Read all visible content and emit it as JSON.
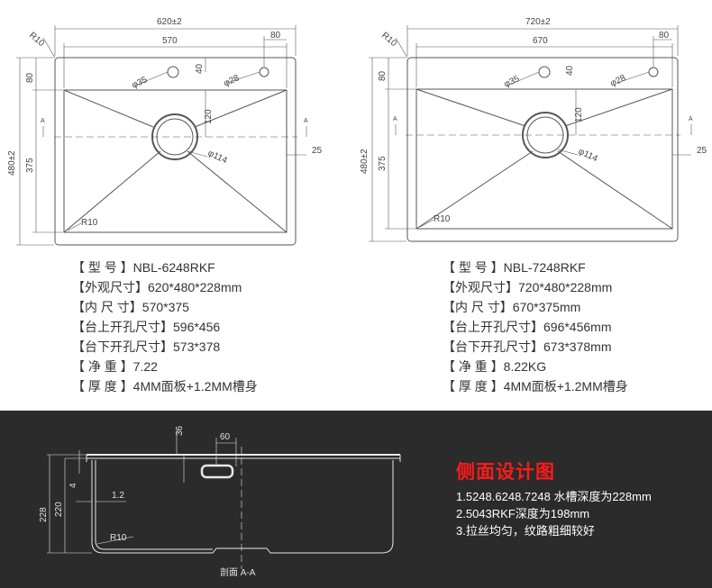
{
  "left_drawing": {
    "total_width": "620±2",
    "inner_width": "570",
    "offset_80": "80",
    "corner_radius": "R10",
    "hole_small": "φ35",
    "hole_tap": "φ28",
    "dim_40": "40",
    "dim_120": "120",
    "drain": "φ114",
    "dim_25": "25",
    "total_height": "480±2",
    "dim_top_80": "80",
    "inner_height": "375",
    "section_mark": "A",
    "inner_radius": "R10"
  },
  "right_drawing": {
    "total_width": "720±2",
    "inner_width": "670",
    "offset_80": "80",
    "corner_radius": "R10",
    "hole_small": "φ35",
    "hole_tap": "φ28",
    "dim_40": "40",
    "dim_120": "120",
    "drain": "φ114",
    "dim_25": "25",
    "total_height": "480±2",
    "dim_top_80": "80",
    "inner_height": "375",
    "section_mark": "A",
    "inner_radius": "R10"
  },
  "left_specs": [
    {
      "label": "【 型  号 】",
      "value": "NBL-6248RKF"
    },
    {
      "label": "【外观尺寸】",
      "value": "620*480*228mm"
    },
    {
      "label": "【内 尺 寸】",
      "value": "570*375"
    },
    {
      "label": "【台上开孔尺寸】",
      "value": "596*456"
    },
    {
      "label": "【台下开孔尺寸】",
      "value": "573*378"
    },
    {
      "label": "【 净 重 】",
      "value": "7.22"
    },
    {
      "label": "【 厚 度 】",
      "value": "4MM面板+1.2MM槽身"
    }
  ],
  "right_specs": [
    {
      "label": "【 型  号 】",
      "value": "NBL-7248RKF"
    },
    {
      "label": "【外观尺寸】",
      "value": "720*480*228mm"
    },
    {
      "label": "【内 尺 寸】",
      "value": "670*375mm"
    },
    {
      "label": "【台上开孔尺寸】",
      "value": "696*456mm"
    },
    {
      "label": "【台下开孔尺寸】",
      "value": "673*378mm"
    },
    {
      "label": "【 净 重 】",
      "value": "8.22KG"
    },
    {
      "label": "【 厚 度 】",
      "value": "4MM面板+1.2MM槽身"
    }
  ],
  "section": {
    "dim_36": "36",
    "dim_60": "60",
    "dim_4": "4",
    "dim_228": "228",
    "dim_220": "220",
    "dim_thickness": "1.2",
    "radius": "R10",
    "caption": "剖面 A-A"
  },
  "side_design": {
    "title": "侧面设计图",
    "notes": [
      "1.5248.6248.7248 水槽深度为228mm",
      "2.5043RKF深度为198mm",
      "3.拉丝均匀，纹路粗细较好"
    ]
  },
  "colors": {
    "line": "#555555",
    "dark_bg": "#2b2b2b",
    "title_red": "#ff1a1a"
  }
}
